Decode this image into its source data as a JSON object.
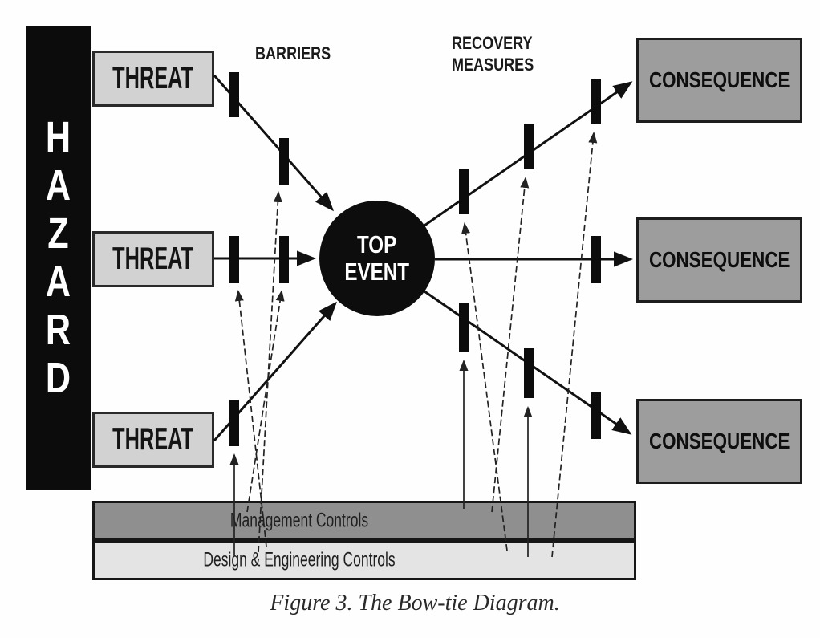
{
  "figure": {
    "caption": "Figure 3. The Bow-tie Diagram."
  },
  "hazard": {
    "label": "HAZARD",
    "letters": [
      "H",
      "A",
      "Z",
      "A",
      "R",
      "D"
    ]
  },
  "threats": [
    {
      "label": "THREAT"
    },
    {
      "label": "THREAT"
    },
    {
      "label": "THREAT"
    }
  ],
  "consequences": [
    {
      "label": "CONSEQUENCE"
    },
    {
      "label": "CONSEQUENCE"
    },
    {
      "label": "CONSEQUENCE"
    }
  ],
  "top_event": {
    "line1": "TOP",
    "line2": "EVENT"
  },
  "labels": {
    "barriers": "BARRIERS",
    "recovery_line1": "RECOVERY",
    "recovery_line2": "MEASURES"
  },
  "controls": {
    "management": "Management Controls",
    "design": "Design & Engineering Controls"
  },
  "colors": {
    "hazard_fill": "#0c0c0c",
    "threat_fill": "#d2d2d2",
    "consequence_fill": "#9d9d9d",
    "top_event_fill": "#0d0d0d",
    "management_fill": "#8f8f8f",
    "design_fill": "#e4e4e4",
    "line": "#161616",
    "background": "#ffffff"
  }
}
